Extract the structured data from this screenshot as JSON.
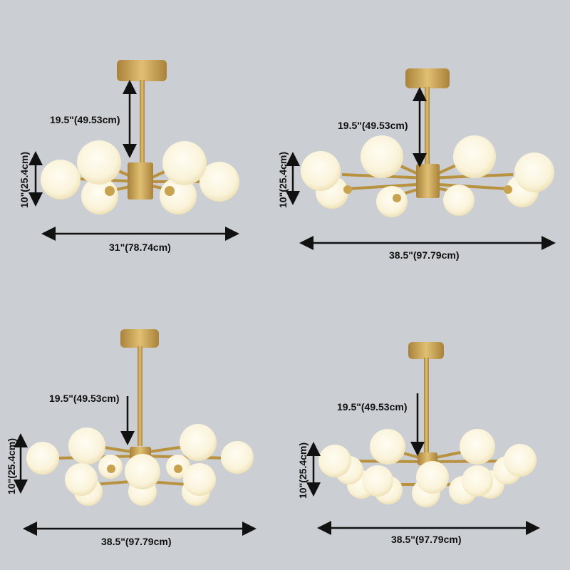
{
  "colors": {
    "background": "#cbced2",
    "brass": "#c9a24f",
    "brass_dark": "#a9823a",
    "globe": "#fbf6e4",
    "dimension_lines": "#111111"
  },
  "panels": [
    {
      "name": "6-light",
      "globes": 6,
      "drop": "19.5\"(49.53cm)",
      "height": "10\"(25.4cm)",
      "width": "31\"(78.74cm)"
    },
    {
      "name": "8-light",
      "globes": 8,
      "drop": "19.5\"(49.53cm)",
      "height": "10\"(25.4cm)",
      "width": "38.5\"(97.79cm)"
    },
    {
      "name": "12-light",
      "globes": 12,
      "drop": "19.5\"(49.53cm)",
      "height": "10\"(25.4cm)",
      "width": "38.5\"(97.79cm)"
    },
    {
      "name": "16-light",
      "globes": 16,
      "drop": "19.5\"(49.53cm)",
      "height": "10\"(25.4cm)",
      "width": "38.5\"(97.79cm)"
    }
  ]
}
